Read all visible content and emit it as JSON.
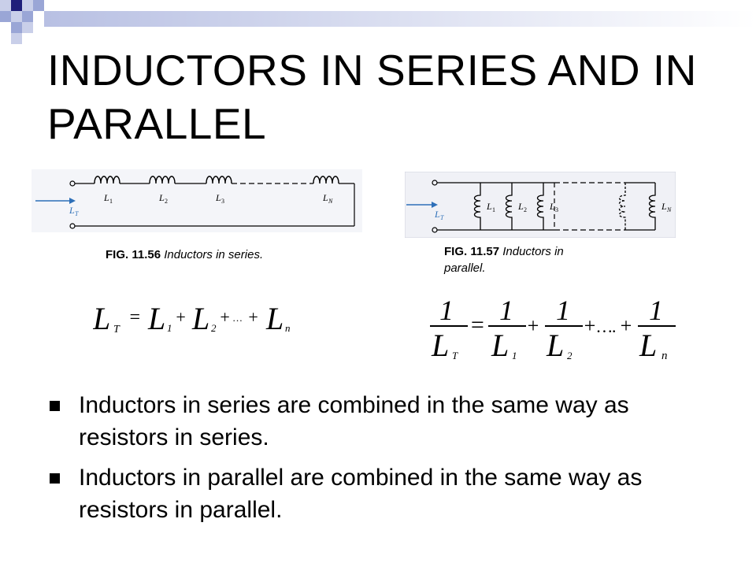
{
  "slide": {
    "title": "INDUCTORS IN SERIES AND IN PARALLEL",
    "series_figure": {
      "caption_fig": "FIG. 11.56",
      "caption_text": "Inductors in series.",
      "labels": [
        "L1",
        "L2",
        "L3",
        "LN"
      ],
      "current_label": "LT"
    },
    "parallel_figure": {
      "caption_fig": "FIG. 11.57",
      "caption_text": "Inductors in parallel.",
      "labels": [
        "L1",
        "L2",
        "L3",
        "LN"
      ],
      "current_label": "LT"
    },
    "series_equation": "LT = L1 + L2 + … + Ln",
    "parallel_equation": "1/LT = 1/L1 + 1/L2 + …. + 1/Ln",
    "bullets": [
      "Inductors in series are combined in the same way as resistors in series.",
      "Inductors in parallel are combined in the same way as resistors in parallel."
    ]
  },
  "colors": {
    "deco_navy": "#1f1f7a",
    "deco_blue": "#9aa6d6",
    "deco_light": "#c9cfe9",
    "figure_bg": "#eef0f6",
    "current_arrow": "#2d6fb8"
  }
}
